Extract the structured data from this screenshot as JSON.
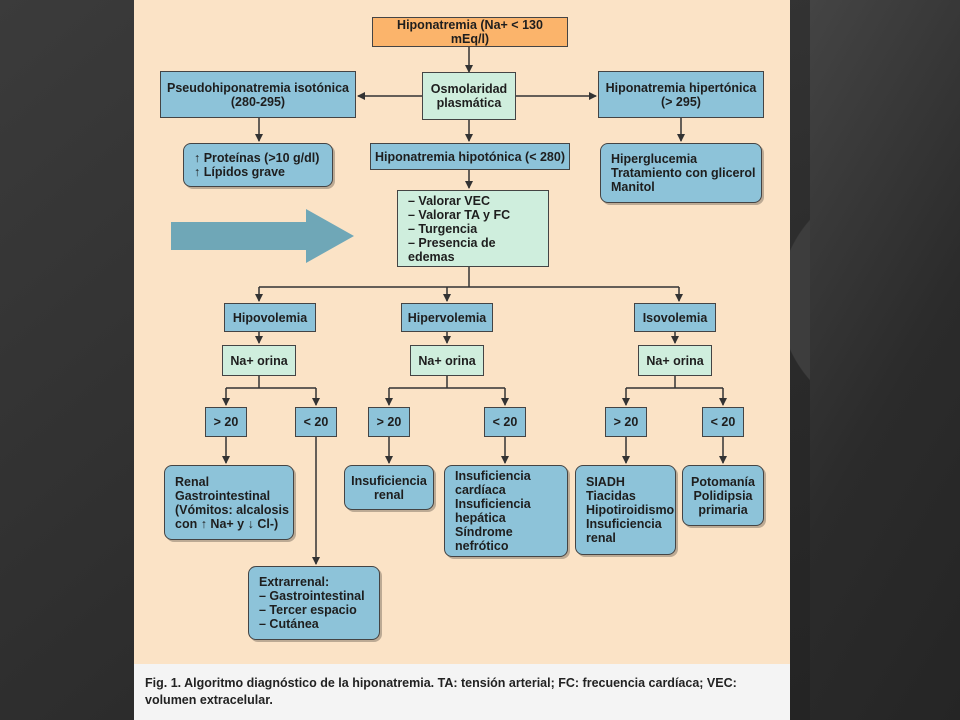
{
  "root": "Hiponatremia (Na+ < 130 mEq/l)",
  "osmolaridad": "Osmolaridad\nplasmática",
  "pseudo": "Pseudohiponatremia isotónica\n(280-295)",
  "hipertonica": "Hiponatremia hipertónica\n(> 295)",
  "proteinas": "↑ Proteínas (>10 g/dl)\n↑ Lípidos grave",
  "hipotonica": "Hiponatremia hipotónica (< 280)",
  "hiperglucemia": "Hiperglucemia\nTratamiento con glicerol\nManitol",
  "valorar": "– Valorar VEC\n– Valorar TA y FC\n– Turgencia\n– Presencia de edemas",
  "hipovolemia": "Hipovolemia",
  "hipervolemia": "Hipervolemia",
  "isovolemia": "Isovolemia",
  "na_orina": "Na+ orina",
  "gt20": "> 20",
  "lt20": "< 20",
  "renal": "Renal\nGastrointestinal\n(Vómitos: alcalosis\ncon ↑ Na+ y ↓ Cl-)",
  "extrarrenal": "Extrarrenal:\n– Gastrointestinal\n– Tercer espacio\n– Cutánea",
  "insuf_renal": "Insuficiencia\nrenal",
  "insuf_cardiaca": "Insuficiencia\ncardíaca\nInsuficiencia\nhepática\nSíndrome nefrótico",
  "siadh": "SIADH\nTiacidas\nHipotiroidismo\nInsuficiencia\nrenal",
  "potomania": "Potomanía\nPolidipsia\nprimaria",
  "caption": "Fig. 1. Algoritmo diagnóstico de la hiponatremia. TA: tensión arterial; FC: frecuencia cardíaca; VEC: volumen extracelular.",
  "colors": {
    "panel": "#fbe3c6",
    "blue": "#8dc3d9",
    "green": "#cfeedd",
    "orange": "#fbb46b",
    "arrow": "#6fa7b7"
  }
}
